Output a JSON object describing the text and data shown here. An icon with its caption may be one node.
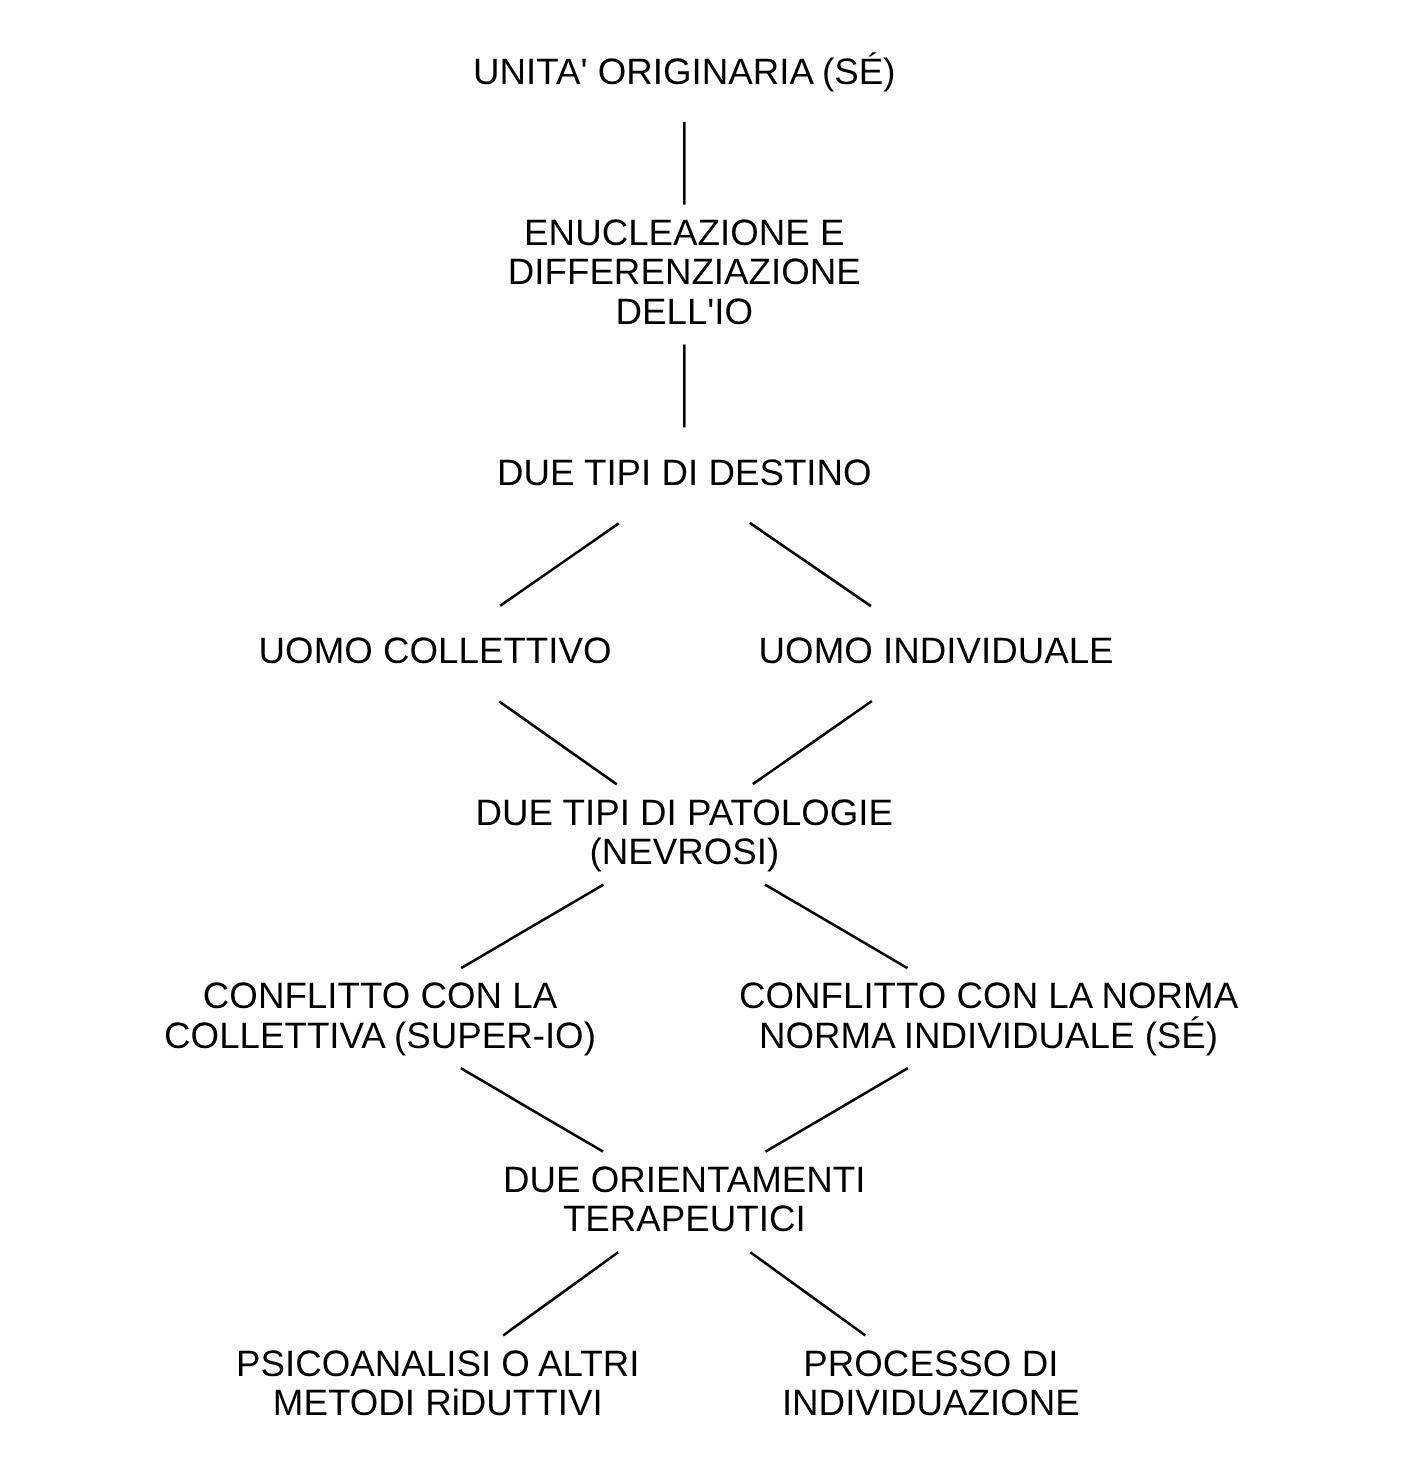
{
  "diagram": {
    "nodes": [
      {
        "text": [
          "UNITA' ORIGINARIA (SÉ)"
        ]
      },
      {
        "text": [
          "ENUCLEAZIONE E DIFFERENZIAZIONE DELL'IO"
        ]
      },
      {
        "text": [
          "DUE TIPI DI DESTINO"
        ]
      },
      {
        "text": [
          "UOMO COLLETTIVO"
        ]
      },
      {
        "text": [
          "UOMO INDIVIDUALE"
        ]
      },
      {
        "text": [
          "DUE TIPI DI PATOLOGIE (NEVROSI)"
        ]
      },
      {
        "text": [
          "CONFLITTO CON LA COLLETTIVA (SUPER-IO)"
        ]
      },
      {
        "text": [
          "CONFLITTO CON LA NORMA NORMA INDIVIDUALE (SÉ)"
        ]
      },
      {
        "text": [
          "DUE ORIENTAMENTI TERAPEUTICI"
        ]
      },
      {
        "text": [
          "PSICOANALISI O ALTRI METODI RiDUTTIVI"
        ]
      },
      {
        "text": [
          "PROCESSO DI INDIVIDUAZIONE"
        ]
      }
    ],
    "edges": [
      {
        "from": 0,
        "to": 1,
        "arrow": "none"
      },
      {
        "from": 1,
        "to": 2,
        "arrow": "none"
      },
      {
        "from": 2,
        "to": 3,
        "arrow": "none"
      },
      {
        "from": 2,
        "to": 4,
        "arrow": "none"
      },
      {
        "from": 3,
        "to": 5,
        "arrow": "none"
      },
      {
        "from": 4,
        "to": 5,
        "arrow": "none"
      },
      {
        "from": 5,
        "to": 6,
        "arrow": "none"
      },
      {
        "from": 5,
        "to": 7,
        "arrow": "none"
      },
      {
        "from": 6,
        "to": 8,
        "arrow": "none"
      },
      {
        "from": 7,
        "to": 8,
        "arrow": "none"
      },
      {
        "from": 8,
        "to": 9,
        "arrow": "none"
      },
      {
        "from": 8,
        "to": 10,
        "arrow": "none"
      }
    ]
  }
}
